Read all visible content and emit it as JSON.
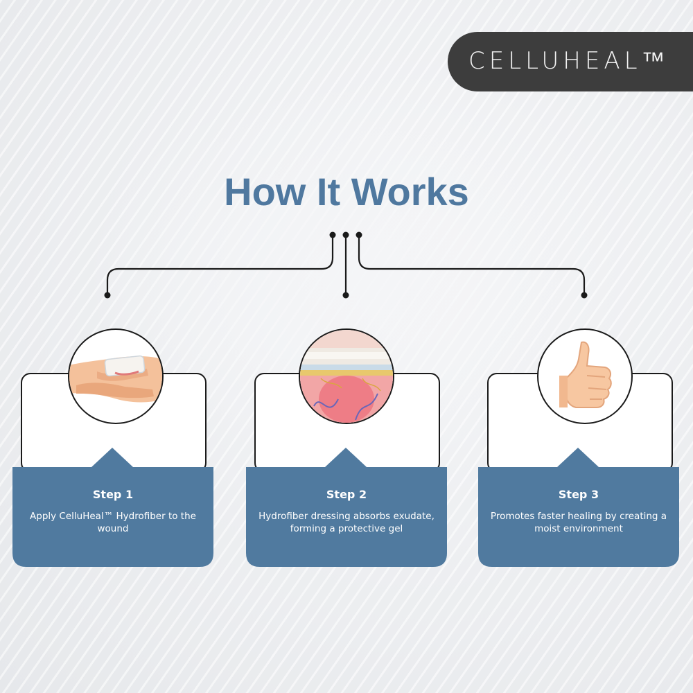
{
  "brand": {
    "logo_text": "CELLUHEAL™",
    "logo_bg_color": "#3d3d3d"
  },
  "heading": {
    "title": "How It Works",
    "color": "#4f789f"
  },
  "steps": [
    {
      "label": "Step 1",
      "description": "Apply CelluHeal™ Hydrofiber to the wound",
      "icon": "hand-with-dressing-icon"
    },
    {
      "label": "Step 2",
      "description": "Hydrofiber dressing absorbs exudate, forming a protective gel",
      "icon": "skin-layers-icon"
    },
    {
      "label": "Step 3",
      "description": "Promotes faster healing by creating a moist environment",
      "icon": "thumbs-up-icon"
    }
  ],
  "colors": {
    "panel": "#507a9f",
    "outline": "#1a1a1a"
  }
}
